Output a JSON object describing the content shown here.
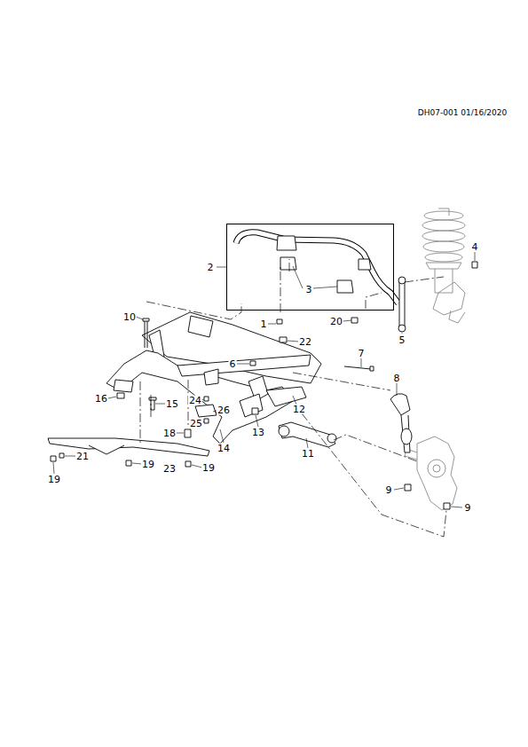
{
  "diagram": {
    "nodes": [
      {
        "text": [
          "3"
        ]
      }
    ],
    "edges": [],
    "labels": [
      "DH07-001 01/16/2020",
      "2",
      "4",
      "1",
      "20",
      "5",
      "10",
      "22",
      "6",
      "7",
      "8",
      "16",
      "15",
      "12",
      "24",
      "26",
      "25",
      "13",
      "18",
      "14",
      "11",
      "19",
      "21",
      "23",
      "19",
      "19",
      "9",
      "9"
    ]
  }
}
